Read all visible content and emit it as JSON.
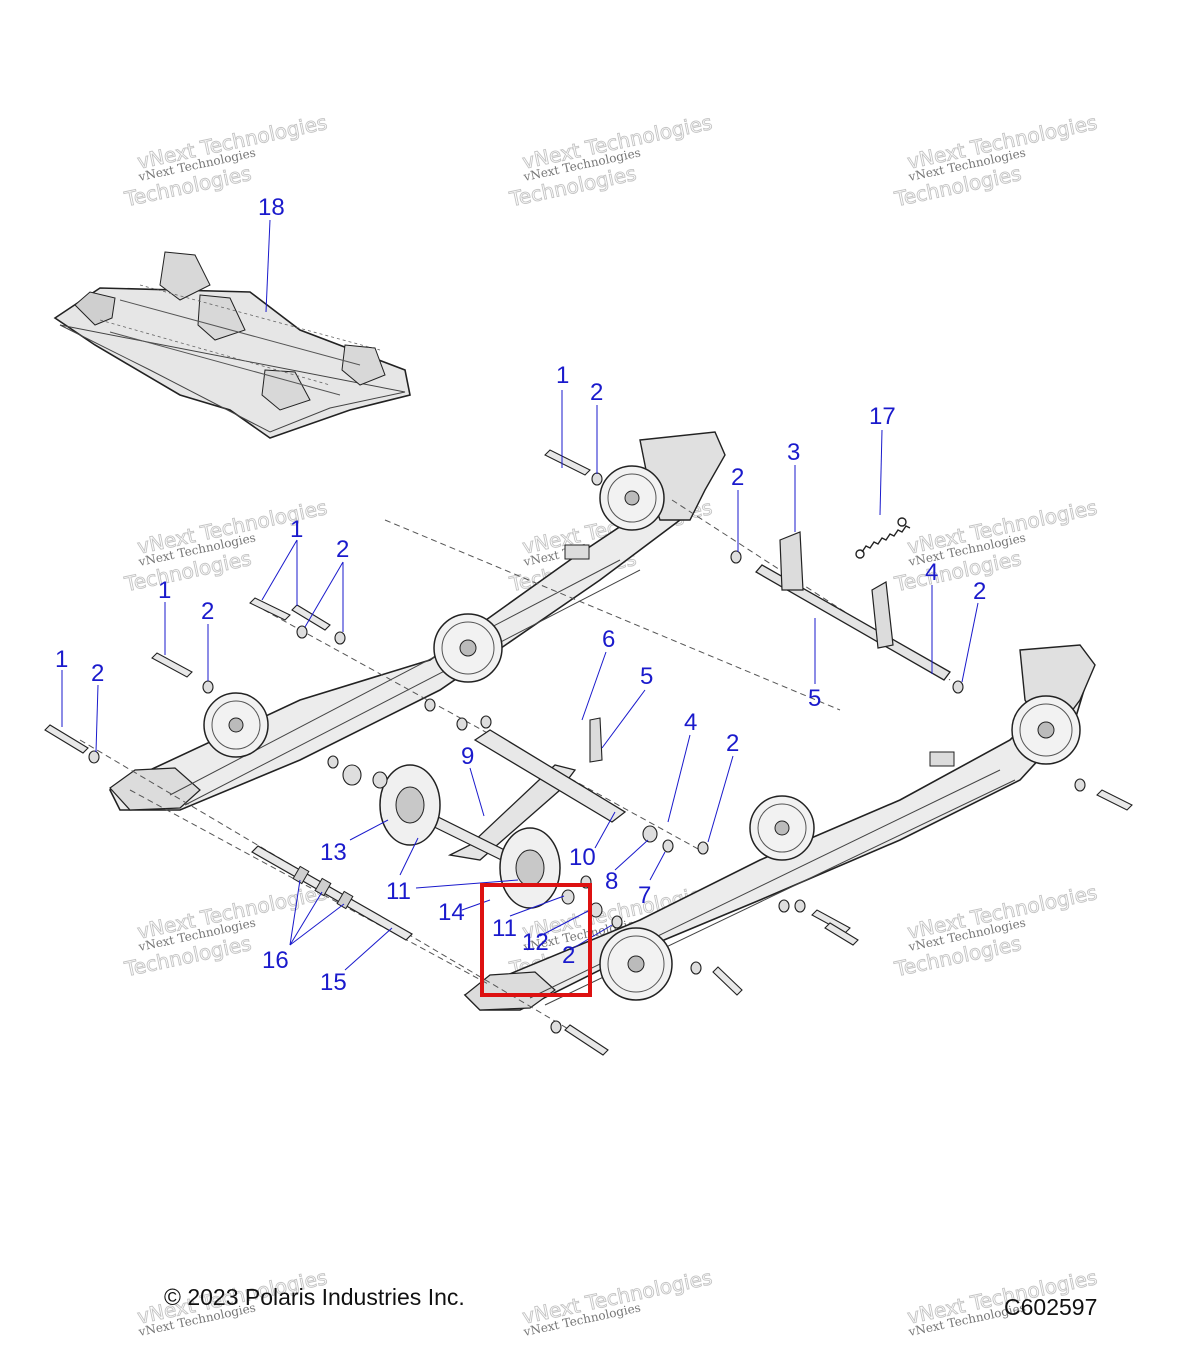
{
  "diagram": {
    "callouts": {
      "c1a": "1",
      "c1b": "1",
      "c1c": "1",
      "c1d": "1",
      "c2a": "2",
      "c2b": "2",
      "c2c": "2",
      "c2d": "2",
      "c2e": "2",
      "c2f": "2",
      "c2g": "2",
      "c2h": "2",
      "c3": "3",
      "c4a": "4",
      "c4b": "4",
      "c5a": "5",
      "c5b": "5",
      "c6": "6",
      "c7": "7",
      "c8": "8",
      "c9": "9",
      "c10": "10",
      "c11a": "11",
      "c11b": "11",
      "c12": "12",
      "c13": "13",
      "c14": "14",
      "c15": "15",
      "c16": "16",
      "c17": "17",
      "c18": "18"
    },
    "highlight_color": "#dd1111",
    "callout_color": "#1a1acc"
  },
  "watermark": {
    "line1": "vNext Technologies",
    "line2": "Technologies"
  },
  "footer": {
    "copyright": "© 2023 Polaris Industries Inc.",
    "figure_code": "C602597"
  }
}
